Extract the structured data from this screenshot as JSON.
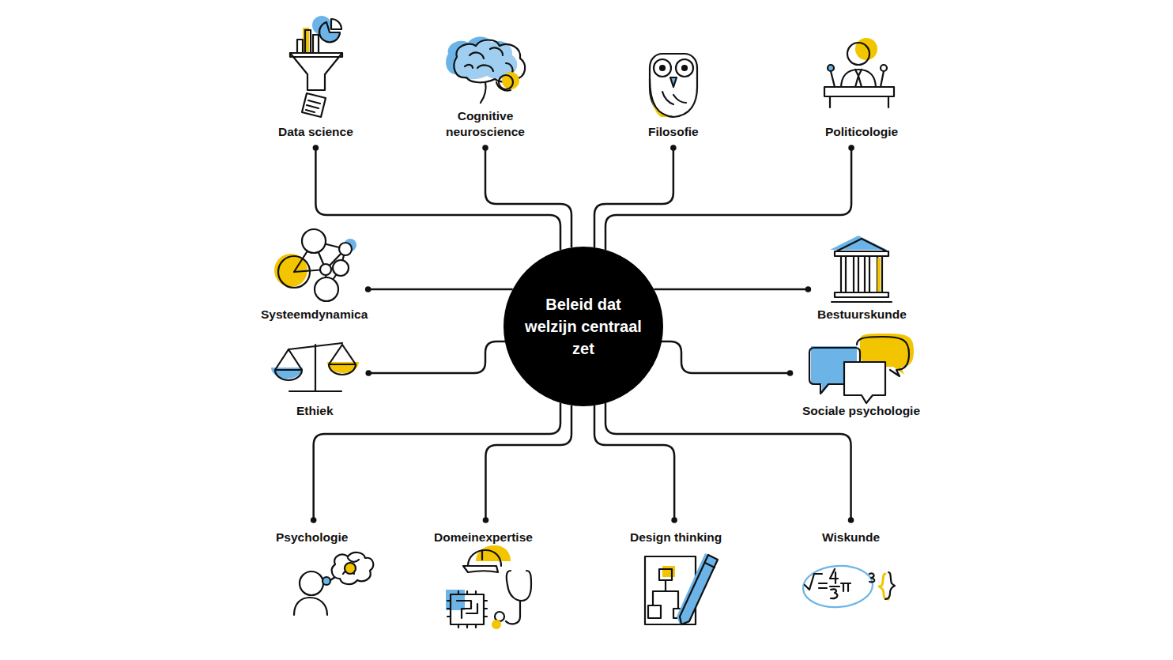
{
  "diagram": {
    "nodes": [
      {
        "text": [
          "Beleid dat welzijn centraal zet"
        ]
      },
      {
        "text": [
          "Data science"
        ]
      },
      {
        "text": [
          "Cognitive neuroscience"
        ]
      },
      {
        "text": [
          "Filosofie"
        ]
      },
      {
        "text": [
          "Politicologie"
        ]
      },
      {
        "text": [
          "Systeemdynamica"
        ]
      },
      {
        "text": [
          "Bestuurskunde"
        ]
      },
      {
        "text": [
          "Ethiek"
        ]
      },
      {
        "text": [
          "Sociale psychologie"
        ]
      },
      {
        "text": [
          "Psychologie"
        ]
      },
      {
        "text": [
          "Domeinexpertise"
        ]
      },
      {
        "text": [
          "Design thinking"
        ]
      },
      {
        "text": [
          "Wiskunde"
        ]
      }
    ],
    "edges": [
      {
        "from": 0,
        "to": 1,
        "arrow": "none"
      },
      {
        "from": 0,
        "to": 2,
        "arrow": "none"
      },
      {
        "from": 0,
        "to": 3,
        "arrow": "none"
      },
      {
        "from": 0,
        "to": 4,
        "arrow": "none"
      },
      {
        "from": 0,
        "to": 5,
        "arrow": "none"
      },
      {
        "from": 0,
        "to": 6,
        "arrow": "none"
      },
      {
        "from": 0,
        "to": 7,
        "arrow": "none"
      },
      {
        "from": 0,
        "to": 8,
        "arrow": "none"
      },
      {
        "from": 0,
        "to": 9,
        "arrow": "none"
      },
      {
        "from": 0,
        "to": 10,
        "arrow": "none"
      },
      {
        "from": 0,
        "to": 11,
        "arrow": "none"
      },
      {
        "from": 0,
        "to": 12,
        "arrow": "none"
      }
    ]
  }
}
